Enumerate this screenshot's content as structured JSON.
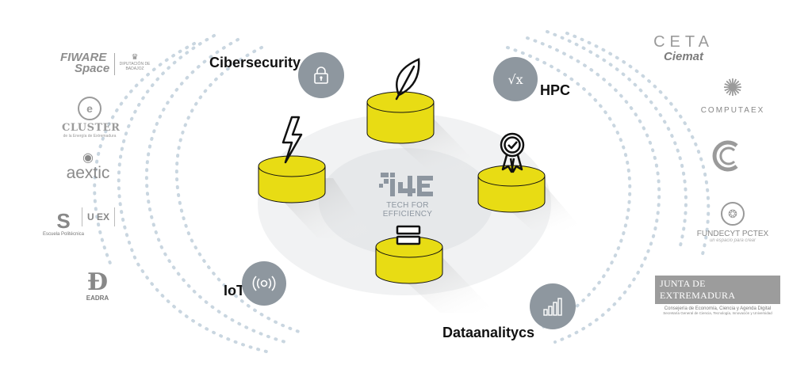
{
  "center_logo": {
    "mark": "T4E",
    "tagline": "TECH FOR EFFICIENCY"
  },
  "topics": {
    "cibersecurity": "Cibersecurity",
    "hpc": "HPC",
    "iot": "IoT",
    "dataanalitycs": "Dataanalitycs"
  },
  "hpc_badge": "√x",
  "logos_left": {
    "fiware_line1": "FIWARE",
    "fiware_line2": "Space",
    "diputacion": "DIPUTACIÓN DE BADAJOZ",
    "cluster": "CLUSTER",
    "cluster_sub": "de la Energía de Extremadura",
    "aextic": "aextic",
    "politecnica": "Escuela Politécnica",
    "uex": "U EX",
    "eadra": "EADRA"
  },
  "logos_right": {
    "ceta": "CETA",
    "ciemat": "Ciemat",
    "computaex": "COMPUTAEX",
    "fundecyt": "FUNDECYT PCTEX",
    "fundecyt_sub": "un espacio para crear",
    "junta_title": "JUNTA DE EXTREMADURA",
    "junta_line1": "Consejería de Economía, Ciencia y Agenda Digital",
    "junta_line2": "Secretaría General de Ciencia, Tecnología, Innovación y Universidad"
  },
  "colors": {
    "accent": "#e8dc14",
    "badge": "#8e979f",
    "logo_gray": "#8a8a8a",
    "center_bg": "#e6e8ea"
  }
}
